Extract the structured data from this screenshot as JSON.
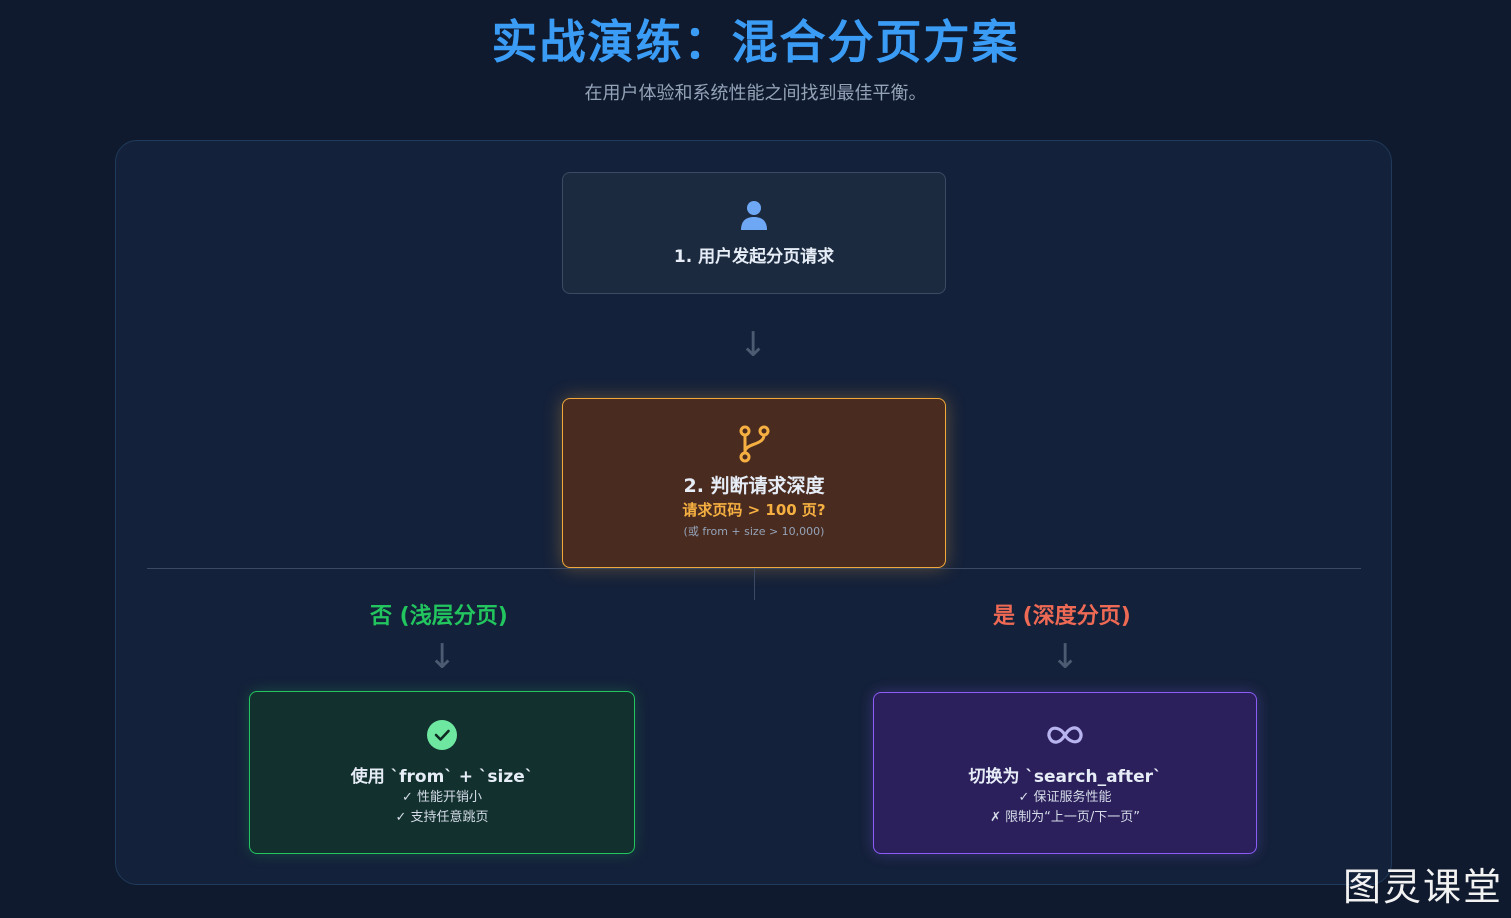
{
  "header": {
    "title": "实战演练：混合分页方案",
    "subtitle": "在用户体验和系统性能之间找到最佳平衡。"
  },
  "nodes": {
    "start": {
      "icon": "user-icon",
      "title": "1. 用户发起分页请求"
    },
    "decision": {
      "icon": "branch-icon",
      "title": "2. 判断请求深度",
      "question": "请求页码 > 100 页?",
      "note": "(或 from + size > 10,000)"
    },
    "shallow": {
      "icon": "check-circle-icon",
      "title": "使用 `from` + `size`",
      "points": [
        "✓ 性能开销小",
        "✓ 支持任意跳页"
      ]
    },
    "deep": {
      "icon": "infinity-icon",
      "title": "切换为 `search_after`",
      "points": [
        "✓ 保证服务性能",
        "✗ 限制为“上一页/下一页”"
      ]
    }
  },
  "branches": {
    "no_label": "否 (浅层分页)",
    "yes_label": "是 (深度分页)"
  },
  "watermark": "图灵课堂",
  "colors": {
    "title": "#3b9cf5",
    "decision_border": "#f0a93a",
    "shallow_border": "#22c55e",
    "deep_border": "#8b5cf6",
    "no_label": "#22c55e",
    "yes_label": "#ef6a54"
  }
}
